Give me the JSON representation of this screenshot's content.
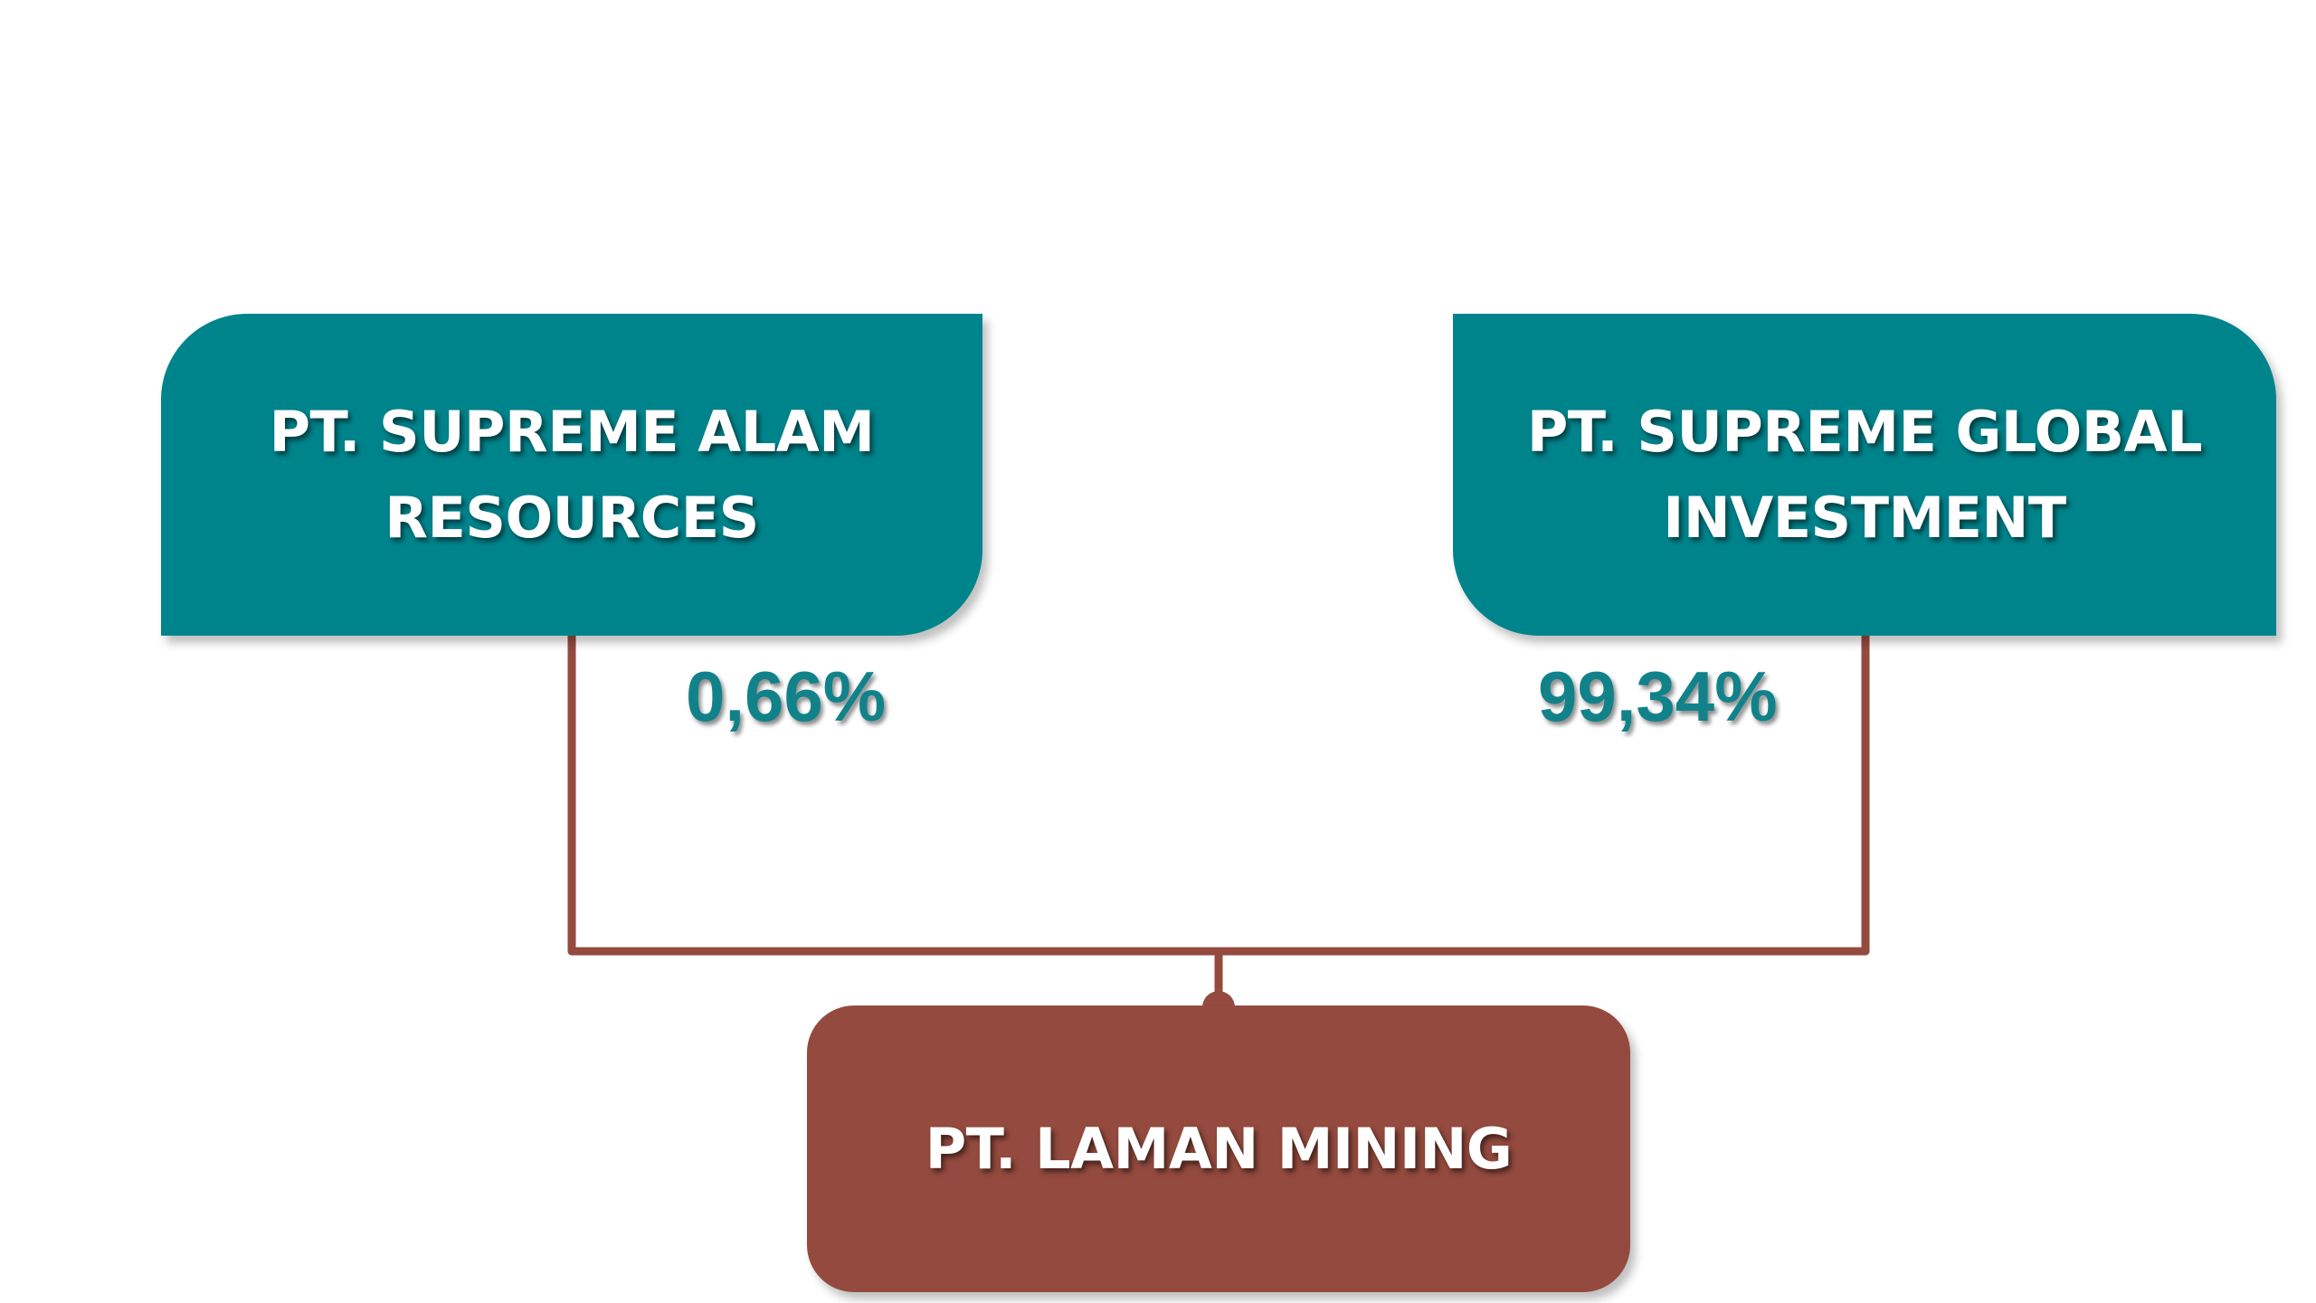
{
  "diagram": {
    "parents": [
      {
        "name": "PT. SUPREME ALAM\nRESOURCES",
        "share": "0,66%"
      },
      {
        "name": "PT. SUPREME GLOBAL\nINVESTMENT",
        "share": "99,34%"
      }
    ],
    "child": {
      "name": "PT. LAMAN MINING"
    },
    "colors": {
      "parent_box": "#00848c",
      "child_box": "#944a3e",
      "connector": "#944a3e",
      "share_text": "#11828a",
      "box_text": "#ffffff"
    }
  }
}
